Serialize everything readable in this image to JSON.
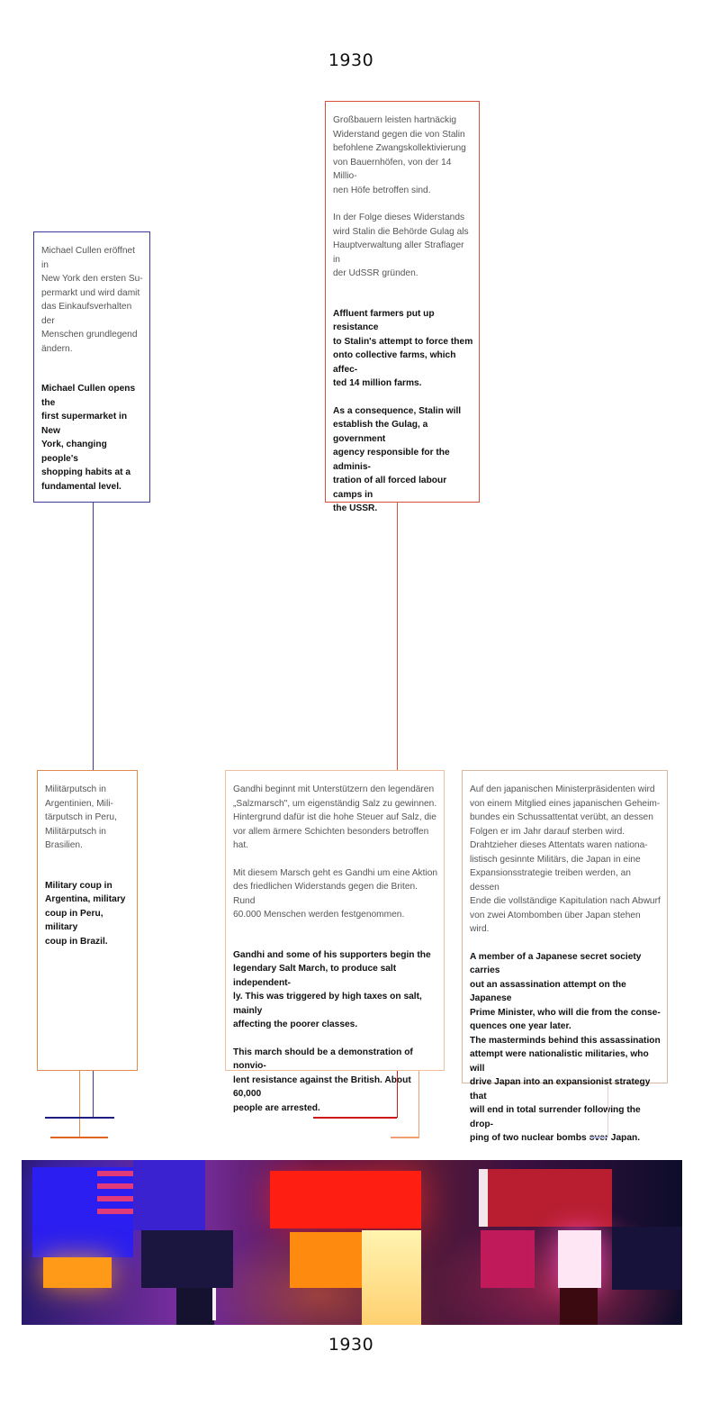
{
  "header": {
    "year": "1930"
  },
  "footer": {
    "year": "1930"
  },
  "cards": {
    "cullen": {
      "de": "Michael Cullen eröffnet in\nNew York den ersten Su-\npermarkt und wird damit\ndas Einkaufsverhalten der\nMenschen grundlegend\nändern.",
      "en": "Michael Cullen opens the\nfirst supermarket in New\nYork, changing people's\nshopping habits at a\nfundamental level."
    },
    "stalin": {
      "de1": "Großbauern leisten hartnäckig\nWiderstand gegen die von Stalin\nbefohlene Zwangskollektivierung\nvon Bauernhöfen, von der 14 Millio-\nnen Höfe betroffen sind.",
      "de2": "In der Folge dieses Widerstands\nwird Stalin die Behörde Gulag als\nHauptverwaltung aller Straflager in\nder UdSSR gründen.",
      "en1": "Affluent farmers put up resistance\nto Stalin's attempt to force them\nonto collective farms, which affec-\nted 14 million farms.",
      "en2": "As a consequence, Stalin will\nestablish the Gulag, a government\nagency responsible for the adminis-\ntration of all forced labour camps in\nthe USSR."
    },
    "coup": {
      "de": "Militärputsch in\nArgentinien, Mili-\ntärputsch in Peru,\nMilitärputsch in\nBrasilien.",
      "en": "Military coup in\nArgentina, military\ncoup in Peru, military\ncoup in Brazil."
    },
    "gandhi": {
      "de1": "Gandhi beginnt mit Unterstützern den legendären\n„Salzmarsch\", um eigenständig Salz zu gewinnen.\nHintergrund dafür ist die hohe Steuer auf Salz, die\nvor allem ärmere Schichten besonders betroffen\nhat.",
      "de2": "Mit diesem Marsch geht es Gandhi um eine Aktion\ndes friedlichen Widerstands gegen die Briten. Rund\n60.000 Menschen werden festgenommen.",
      "en1": "Gandhi and some of his supporters begin the\nlegendary Salt March, to produce salt independent-\nly. This was triggered by high taxes on salt, mainly\naffecting the poorer classes.",
      "en2": "This march should be a demonstration of nonvio-\nlent resistance against the British. About 60,000\npeople are arrested."
    },
    "japan": {
      "de": "Auf den japanischen Ministerpräsidenten wird\nvon einem Mitglied eines japanischen Geheim-\nbundes ein Schussattentat  verübt, an dessen\nFolgen er im Jahr darauf sterben wird.\nDrahtzieher dieses Attentats waren nationa-\nlistisch gesinnte Militärs, die Japan in eine\nExpansionsstrategie treiben werden, an dessen\nEnde die vollständige Kapitulation nach Abwurf\nvon zwei  Atombomben über Japan stehen wird.",
      "en": "A member of a Japanese secret society carries\nout an assassination attempt on the Japanese\nPrime Minister, who will die from the conse-\nquences one year later.\nThe masterminds behind this assassination\nattempt were nationalistic militaries, who will\ndrive Japan into an expansionist strategy that\nwill end in total surrender following the drop-\nping of two nuclear bombs over Japan."
    }
  },
  "colors": {
    "blue": "#3a3a9a",
    "red": "#d9503a",
    "orange": "#e08a50",
    "darkblue": "#1e1e80",
    "darkred": "#cc1a1a",
    "lightorange": "#f0a070",
    "lavender": "#b0b4d8",
    "peach": "#e8b890"
  }
}
